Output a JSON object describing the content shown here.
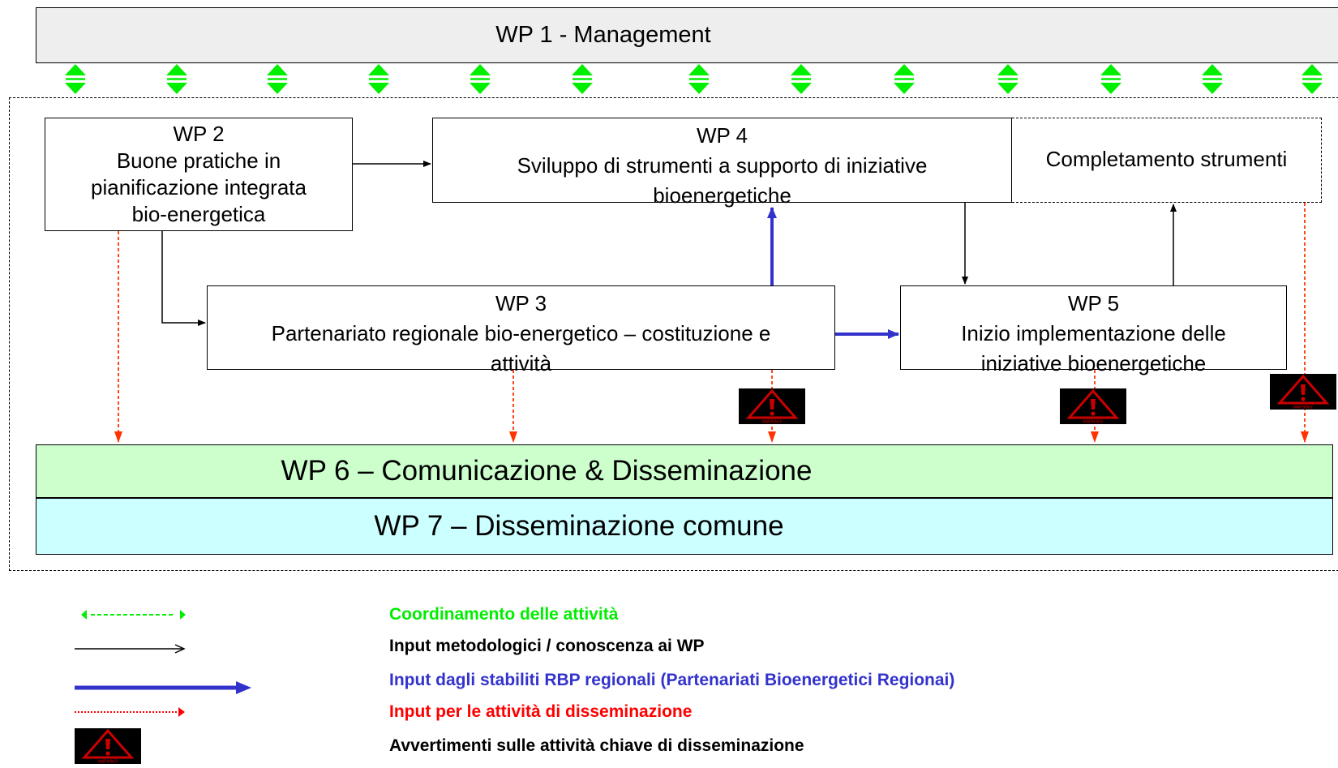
{
  "wp1": {
    "label": "WP 1 - Management"
  },
  "wp2": {
    "lines": [
      "WP 2",
      "Buone pratiche in",
      "pianificazione integrata",
      "bio-energetica"
    ]
  },
  "wp4": {
    "lines": [
      "WP 4",
      "Sviluppo di strumenti a supporto di iniziative",
      "bioenergetiche"
    ]
  },
  "completamento": {
    "label": "Completamento strumenti"
  },
  "wp3": {
    "lines": [
      "WP 3",
      "Partenariato regionale bio-energetico – costituzione e",
      "attività"
    ]
  },
  "wp5": {
    "lines": [
      "WP 5",
      "Inizio implementazione delle",
      "iniziative bioenergetiche"
    ]
  },
  "wp6": {
    "label": "WP 6 – Comunicazione & Disseminazione"
  },
  "wp7": {
    "label": "WP 7 – Disseminazione comune"
  },
  "warning_icon": {
    "name": "warning-icon",
    "caption": "WARNING!"
  },
  "legend": [
    {
      "key": "coordination",
      "text": "Coordinamento delle attività",
      "color": "#00ee00"
    },
    {
      "key": "methodological",
      "text": "Input metodologici / conoscenza ai WP",
      "color": "#000000"
    },
    {
      "key": "rbp",
      "text": "Input dagli stabiliti RBP regionali (Partenariati Bioenergetici Regionai)",
      "color": "#3333cc"
    },
    {
      "key": "dissemination",
      "text": "Input per le attività di disseminazione",
      "color": "#ff0000"
    },
    {
      "key": "warnings",
      "text": "Avvertimenti sulle attività chiave di disseminazione",
      "color": "#000000"
    }
  ],
  "colors": {
    "coordination": "#00ee00",
    "methodological": "#000000",
    "rbp": "#3333cc",
    "dissemination": "#ff3300",
    "wp1_fill": "#eeeeee",
    "wp6_fill": "#ccffcc",
    "wp7_fill": "#ccffff",
    "warning_red": "#cc0000"
  }
}
